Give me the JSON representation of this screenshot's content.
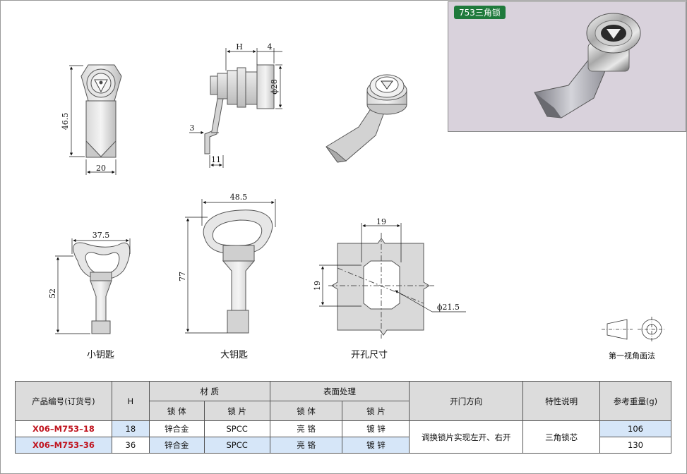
{
  "photo": {
    "badge": "753三角锁"
  },
  "dimensions": {
    "lock_height": "46.5",
    "lock_width": "20",
    "side_h": "H",
    "side_4": "4",
    "side_dia": "ϕ28",
    "side_3": "3",
    "side_11": "11",
    "small_key_width": "37.5",
    "small_key_height": "52",
    "large_key_width": "48.5",
    "large_key_height": "77",
    "cutout_w": "19",
    "cutout_h": "19",
    "cutout_dia": "ϕ21.5"
  },
  "captions": {
    "small_key": "小钥匙",
    "large_key": "大钥匙",
    "cutout": "开孔尺寸",
    "projection": "第一视角画法"
  },
  "table": {
    "headers": {
      "part_no": "产品编号(订货号)",
      "h": "H",
      "material": "材  质",
      "finish": "表面处理",
      "open_dir": "开门方向",
      "feature": "特性说明",
      "weight": "参考重量(g)",
      "lock_body": "锁 体",
      "lock_plate": "锁 片",
      "finish_body": "锁 体",
      "finish_plate": "锁 片"
    },
    "rows": [
      {
        "part_no": "X06–M753–18",
        "h": "18",
        "mat_body": "锌合金",
        "mat_plate": "SPCC",
        "fin_body": "亮 铬",
        "fin_plate": "镀 锌",
        "weight": "106"
      },
      {
        "part_no": "X06–M753–36",
        "h": "36",
        "mat_body": "锌合金",
        "mat_plate": "SPCC",
        "fin_body": "亮 铬",
        "fin_plate": "镀 锌",
        "weight": "130"
      }
    ],
    "open_dir": "调换锁片实现左开、右开",
    "feature": "三角锁芯"
  }
}
